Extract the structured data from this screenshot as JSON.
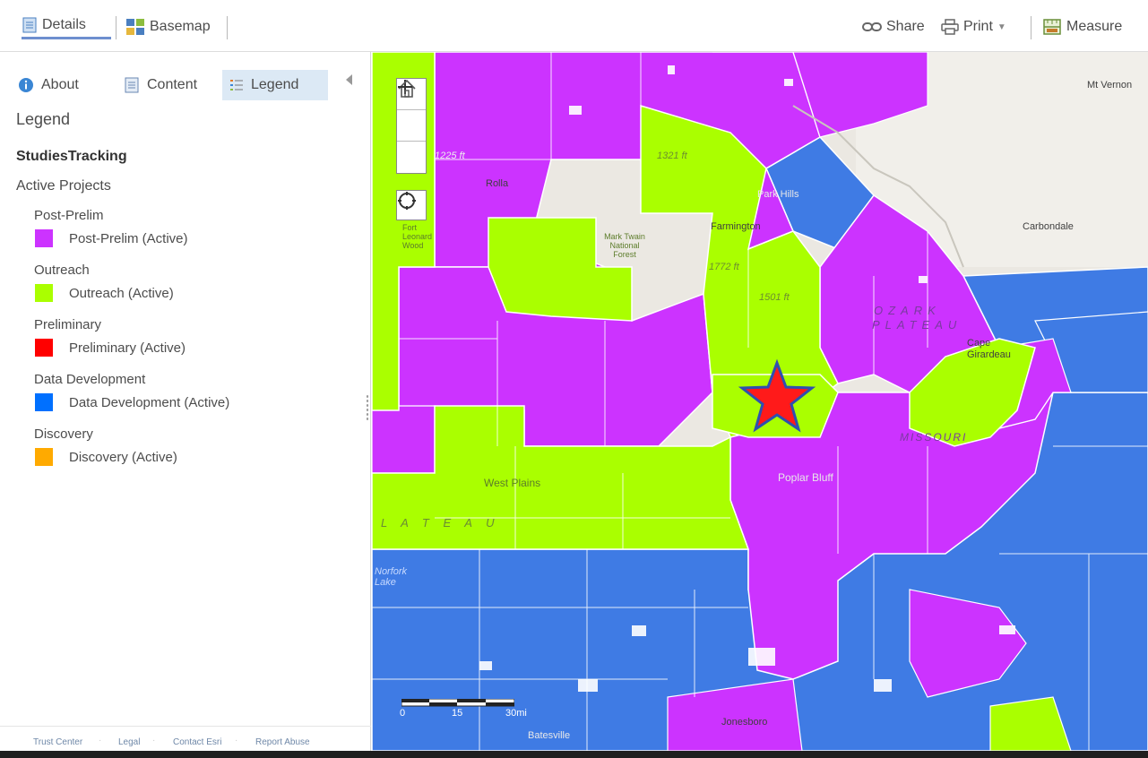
{
  "toolbar": {
    "details_label": "Details",
    "basemap_label": "Basemap",
    "share_label": "Share",
    "print_label": "Print",
    "measure_label": "Measure"
  },
  "panel": {
    "tabs": {
      "about": "About",
      "content": "Content",
      "legend": "Legend"
    },
    "legend_title": "Legend",
    "layer_name": "StudiesTracking",
    "layer_subtitle": "Active Projects",
    "groups": [
      {
        "heading": "Post-Prelim",
        "label": "Post-Prelim (Active)",
        "color": "#cc33ff"
      },
      {
        "heading": "Outreach",
        "label": "Outreach (Active)",
        "color": "#aaff00"
      },
      {
        "heading": "Preliminary",
        "label": "Preliminary (Active)",
        "color": "#ff0000"
      },
      {
        "heading": "Data Development",
        "label": "Data Development (Active)",
        "color": "#0070ff"
      },
      {
        "heading": "Discovery",
        "label": "Discovery (Active)",
        "color": "#ffaa00"
      }
    ],
    "footer": {
      "trust": "Trust Center",
      "legal": "Legal",
      "contact": "Contact Esri",
      "abuse": "Report Abuse"
    }
  },
  "map": {
    "labels": {
      "mt_vernon": "Mt Vernon",
      "rolla": "Rolla",
      "park_hills": "Park Hills",
      "farmington": "Farmington",
      "carbondale": "Carbondale",
      "fort_leonard_wood": "Fort Leonard Wood",
      "mark_twain": "Mark Twain National Forest",
      "ozark": "OZARK",
      "plateau": "PLATEAU",
      "cape": "Cape Girardeau",
      "missouri": "MISSOURI",
      "poplar_bluff": "Poplar Bluff",
      "west_plains": "West Plains",
      "lateau": "L A T E A U",
      "norfork": "Norfork Lake",
      "batesville": "Batesville",
      "jonesboro": "Jonesboro",
      "elev1": "1225 ft",
      "elev2": "1321 ft",
      "elev3": "1501 ft",
      "elev4": "1772 ft"
    },
    "scale": {
      "zero": "0",
      "mid": "15",
      "end": "30mi"
    },
    "colors": {
      "post_prelim": "#cc33ff",
      "outreach": "#aaff00",
      "data_development": "#3377ee",
      "star": "#ff1a1a",
      "star_outline": "#2f4fb0"
    }
  }
}
